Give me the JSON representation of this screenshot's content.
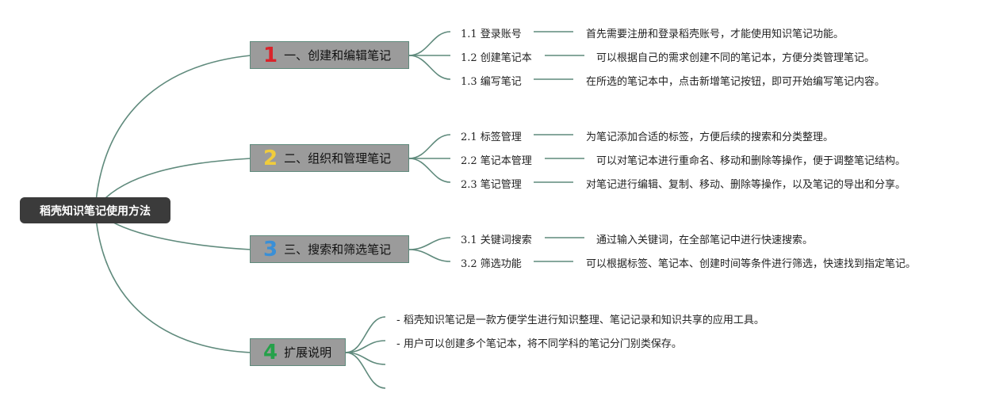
{
  "root": {
    "label": "稻壳知识笔记使用方法"
  },
  "colors": {
    "connector": "#5f8a7c",
    "num1": "#d9242b",
    "num2": "#f0cc3c",
    "num3": "#3a8fd6",
    "num4": "#25a14a"
  },
  "branches": [
    {
      "num": "1",
      "label": "一、创建和编辑笔记",
      "items": [
        {
          "title": "1.1 登录账号",
          "desc": "首先需要注册和登录稻壳账号，才能使用知识笔记功能。"
        },
        {
          "title": "1.2 创建笔记本",
          "desc": "可以根据自己的需求创建不同的笔记本，方便分类管理笔记。"
        },
        {
          "title": "1.3 编写笔记",
          "desc": "在所选的笔记本中，点击新增笔记按钮，即可开始编写笔记内容。"
        }
      ]
    },
    {
      "num": "2",
      "label": "二、组织和管理笔记",
      "items": [
        {
          "title": "2.1 标签管理",
          "desc": "为笔记添加合适的标签，方便后续的搜索和分类整理。"
        },
        {
          "title": "2.2 笔记本管理",
          "desc": "可以对笔记本进行重命名、移动和删除等操作，便于调整笔记结构。"
        },
        {
          "title": "2.3 笔记管理",
          "desc": "对笔记进行编辑、复制、移动、删除等操作，以及笔记的导出和分享。"
        }
      ]
    },
    {
      "num": "3",
      "label": "三、搜索和筛选笔记",
      "items": [
        {
          "title": "3.1 关键词搜索",
          "desc": "通过输入关键词，在全部笔记中进行快速搜索。"
        },
        {
          "title": "3.2 筛选功能",
          "desc": "可以根据标签、笔记本、创建时间等条件进行筛选，快速找到指定笔记。"
        }
      ]
    },
    {
      "num": "4",
      "label": "扩展说明",
      "notes": [
        "- 稻壳知识笔记是一款方便学生进行知识整理、笔记记录和知识共享的应用工具。",
        "- 用户可以创建多个笔记本，将不同学科的笔记分门别类保存。"
      ]
    }
  ]
}
